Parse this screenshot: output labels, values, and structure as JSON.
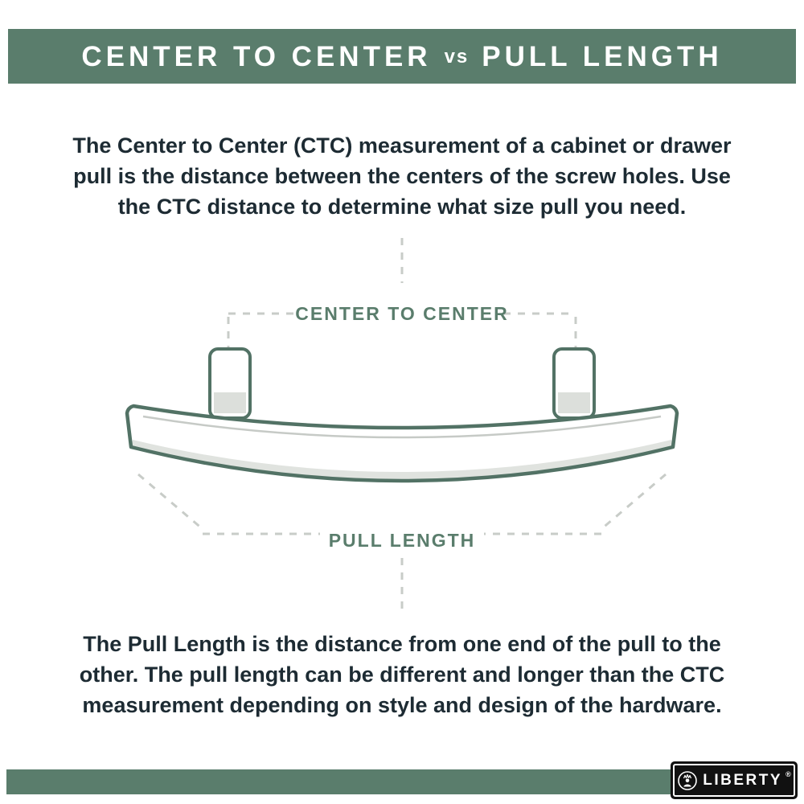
{
  "title": {
    "left": "CENTER TO CENTER",
    "vs": "vs",
    "right": "PULL LENGTH"
  },
  "intro": {
    "lines": [
      "The Center to Center (CTC) measurement of a cabinet or drawer",
      "pull is the distance between the centers of the screw holes. Use",
      "the CTC distance to determine what size pull you need."
    ]
  },
  "diagram": {
    "ctc_label": "CENTER TO CENTER",
    "pull_length_label": "PULL LENGTH"
  },
  "outro": {
    "lines": [
      "The Pull Length is the distance from one end of the pull to the",
      "other. The pull length can be different and longer than the CTC",
      "measurement depending on style and design of the hardware."
    ]
  },
  "footer": {
    "brand": "LIBERTY",
    "registered": "®"
  },
  "colors": {
    "brand_green": "#5a7d6c",
    "text_dark": "#1d2b33",
    "dash_gray": "#c8ccc8",
    "outline_green": "#527265"
  }
}
